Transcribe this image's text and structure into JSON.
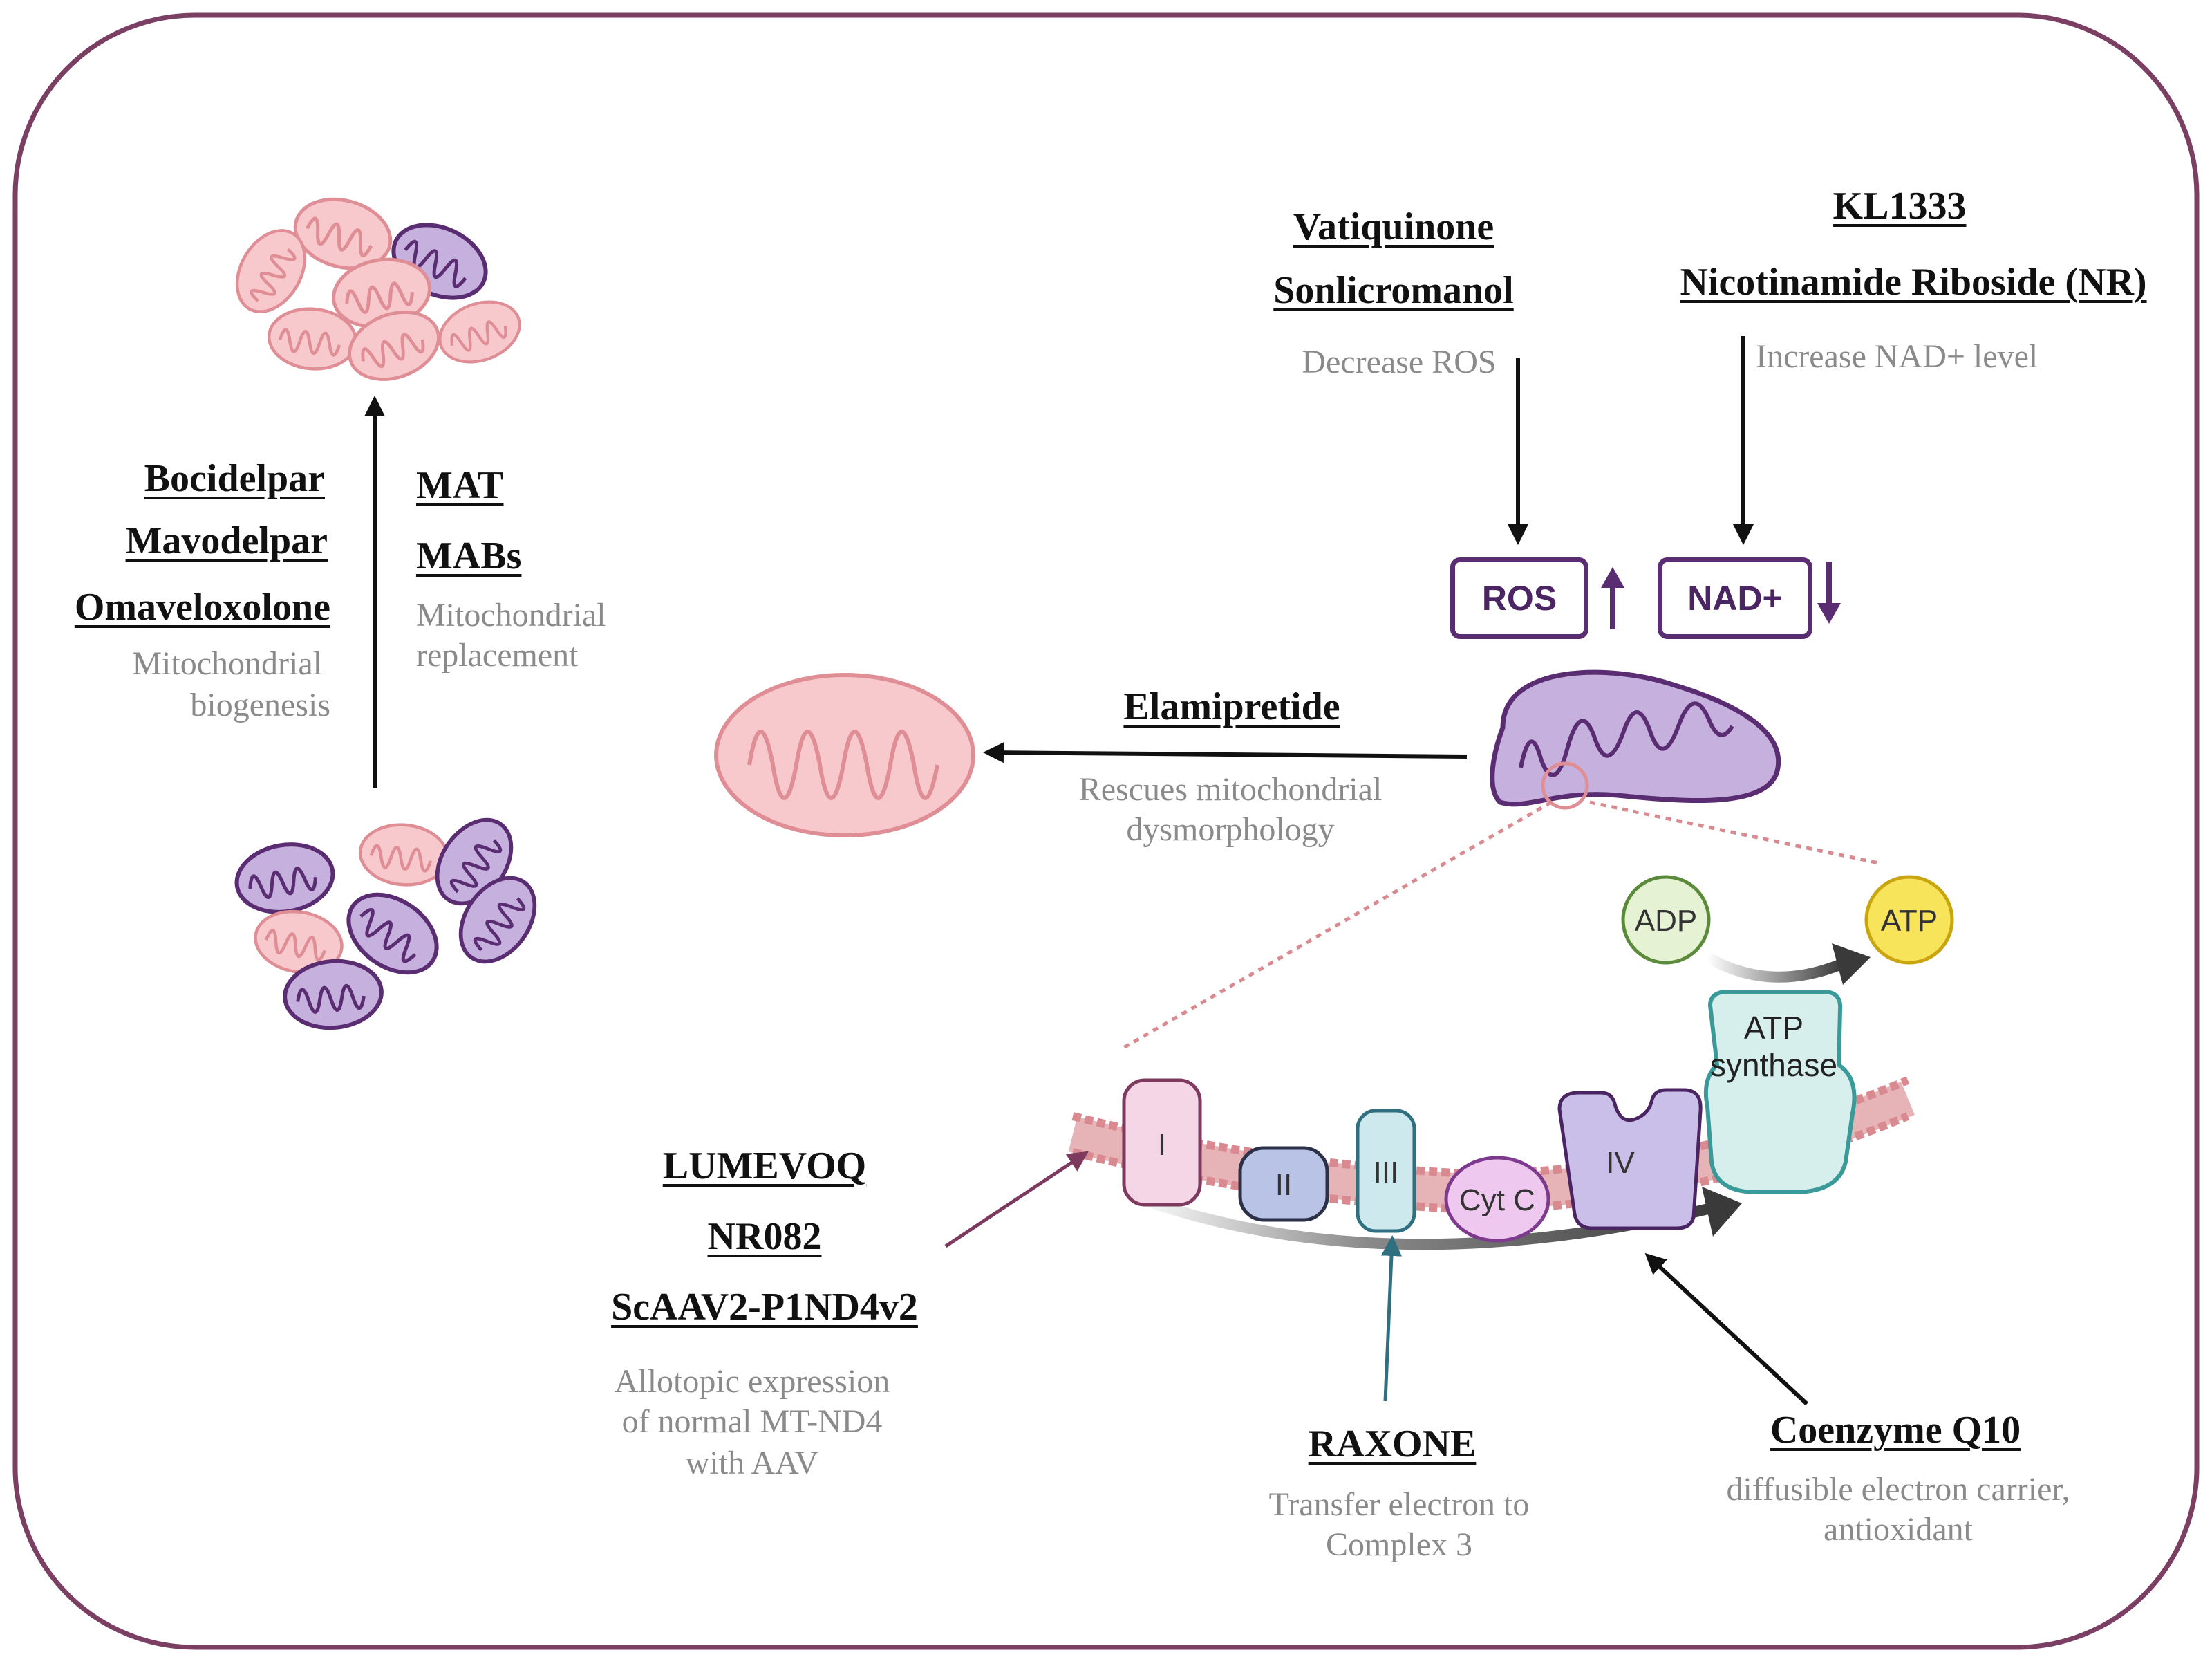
{
  "colors": {
    "frame": "#7b3f63",
    "pink_mito": "#f2b8bc",
    "pink_mito_stroke": "#e08e95",
    "purple_mito": "#c6b0dd",
    "purple_mito_stroke": "#5a2d73",
    "membrane": "#d98a90",
    "complex_I": "#f5d6e6",
    "complex_II": "#b9c3e6",
    "complex_III": "#cde9ee",
    "cyt_c": "#efc8ef",
    "complex_IV": "#c9bfe8",
    "atp_synthase": "#d6efec",
    "adp": "#e6f2d4",
    "atp": "#f7e45a",
    "arrow_teal": "#2f6f7f",
    "arrow_plum": "#7d3a5e"
  },
  "biogenesis": {
    "drugs": [
      "Bocidelpar",
      "Mavodelpar",
      "Omaveloxolone"
    ],
    "description": [
      "Mitochondrial",
      "biogenesis"
    ]
  },
  "replacement": {
    "drugs": [
      "MAT",
      "MABs"
    ],
    "description": [
      "Mitochondrial",
      "replacement"
    ]
  },
  "ros_group": {
    "drugs": [
      "Vatiquinone",
      "Sonlicromanol"
    ],
    "description": "Decrease ROS",
    "box_label": "ROS",
    "trend": "up"
  },
  "nad_group": {
    "drugs": [
      "KL1333",
      "Nicotinamide Riboside (NR)"
    ],
    "description": "Increase NAD+ level",
    "box_label": "NAD+",
    "trend": "down"
  },
  "elamipretide": {
    "drug": "Elamipretide",
    "description": [
      "Rescues mitochondrial",
      "dysmorphology"
    ]
  },
  "lumevoq_group": {
    "drugs": [
      "LUMEVOQ",
      "NR082",
      "ScAAV2-P1ND4v2"
    ],
    "description": [
      "Allotopic expression",
      "of normal MT-ND4",
      "with AAV"
    ]
  },
  "raxone": {
    "drug": "RAXONE",
    "description": [
      "Transfer electron to",
      "Complex 3"
    ]
  },
  "coq10": {
    "drug": "Coenzyme Q10",
    "description": [
      "diffusible electron carrier,",
      "antioxidant"
    ]
  },
  "etc": {
    "complex_I": "I",
    "complex_II": "II",
    "complex_III": "III",
    "cyt_c": "Cyt C",
    "complex_IV": "IV",
    "atp_synthase": [
      "ATP",
      "synthase"
    ],
    "adp": "ADP",
    "atp": "ATP"
  }
}
